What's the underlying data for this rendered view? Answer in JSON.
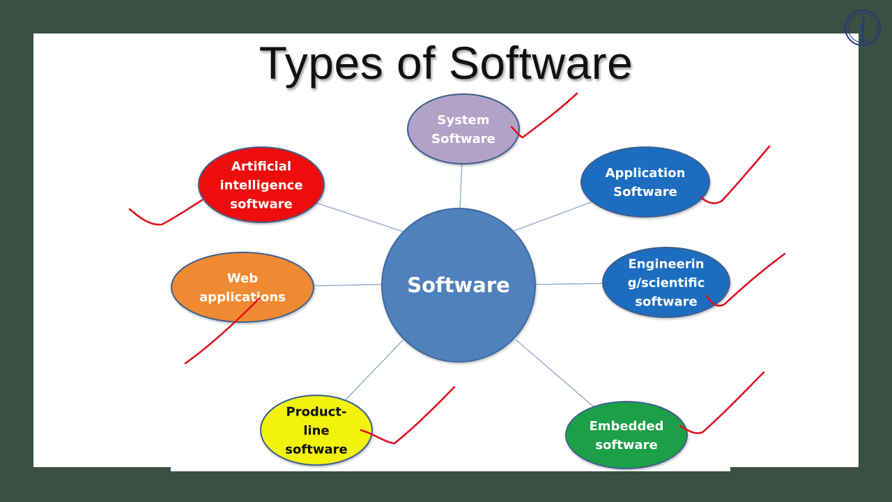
{
  "title": "Types of Software",
  "center": {
    "label": "Software",
    "color": "#4f81bd"
  },
  "nodes": [
    {
      "id": "system",
      "lines": [
        "System",
        "Software"
      ],
      "fill": "#b3a2c7",
      "text": "#ffffff"
    },
    {
      "id": "application",
      "lines": [
        "Application",
        "Software"
      ],
      "fill": "#1f6dc0",
      "text": "#ffffff"
    },
    {
      "id": "engineering",
      "lines": [
        "Engineerin",
        "g/scientific",
        "software"
      ],
      "fill": "#1f6dc0",
      "text": "#ffffff"
    },
    {
      "id": "embedded",
      "lines": [
        "Embedded",
        "software"
      ],
      "fill": "#1ea046",
      "text": "#ffffff"
    },
    {
      "id": "product-line",
      "lines": [
        "Product-",
        "line",
        "software"
      ],
      "fill": "#f2f20f",
      "text": "#111111"
    },
    {
      "id": "web",
      "lines": [
        "Web",
        "applications"
      ],
      "fill": "#f08a30",
      "text": "#ffffff"
    },
    {
      "id": "ai",
      "lines": [
        "Artificial",
        "intelligence",
        "software"
      ],
      "fill": "#ee1111",
      "text": "#ffffff"
    }
  ],
  "colors": {
    "frame": "#3a5042",
    "connector": "#8ea4cc",
    "annotation": "#e01020",
    "logo": "#1f3a7a"
  },
  "icons": {
    "logo": "torch-logo-icon",
    "annotation": "checkmark-annotation-icon"
  }
}
